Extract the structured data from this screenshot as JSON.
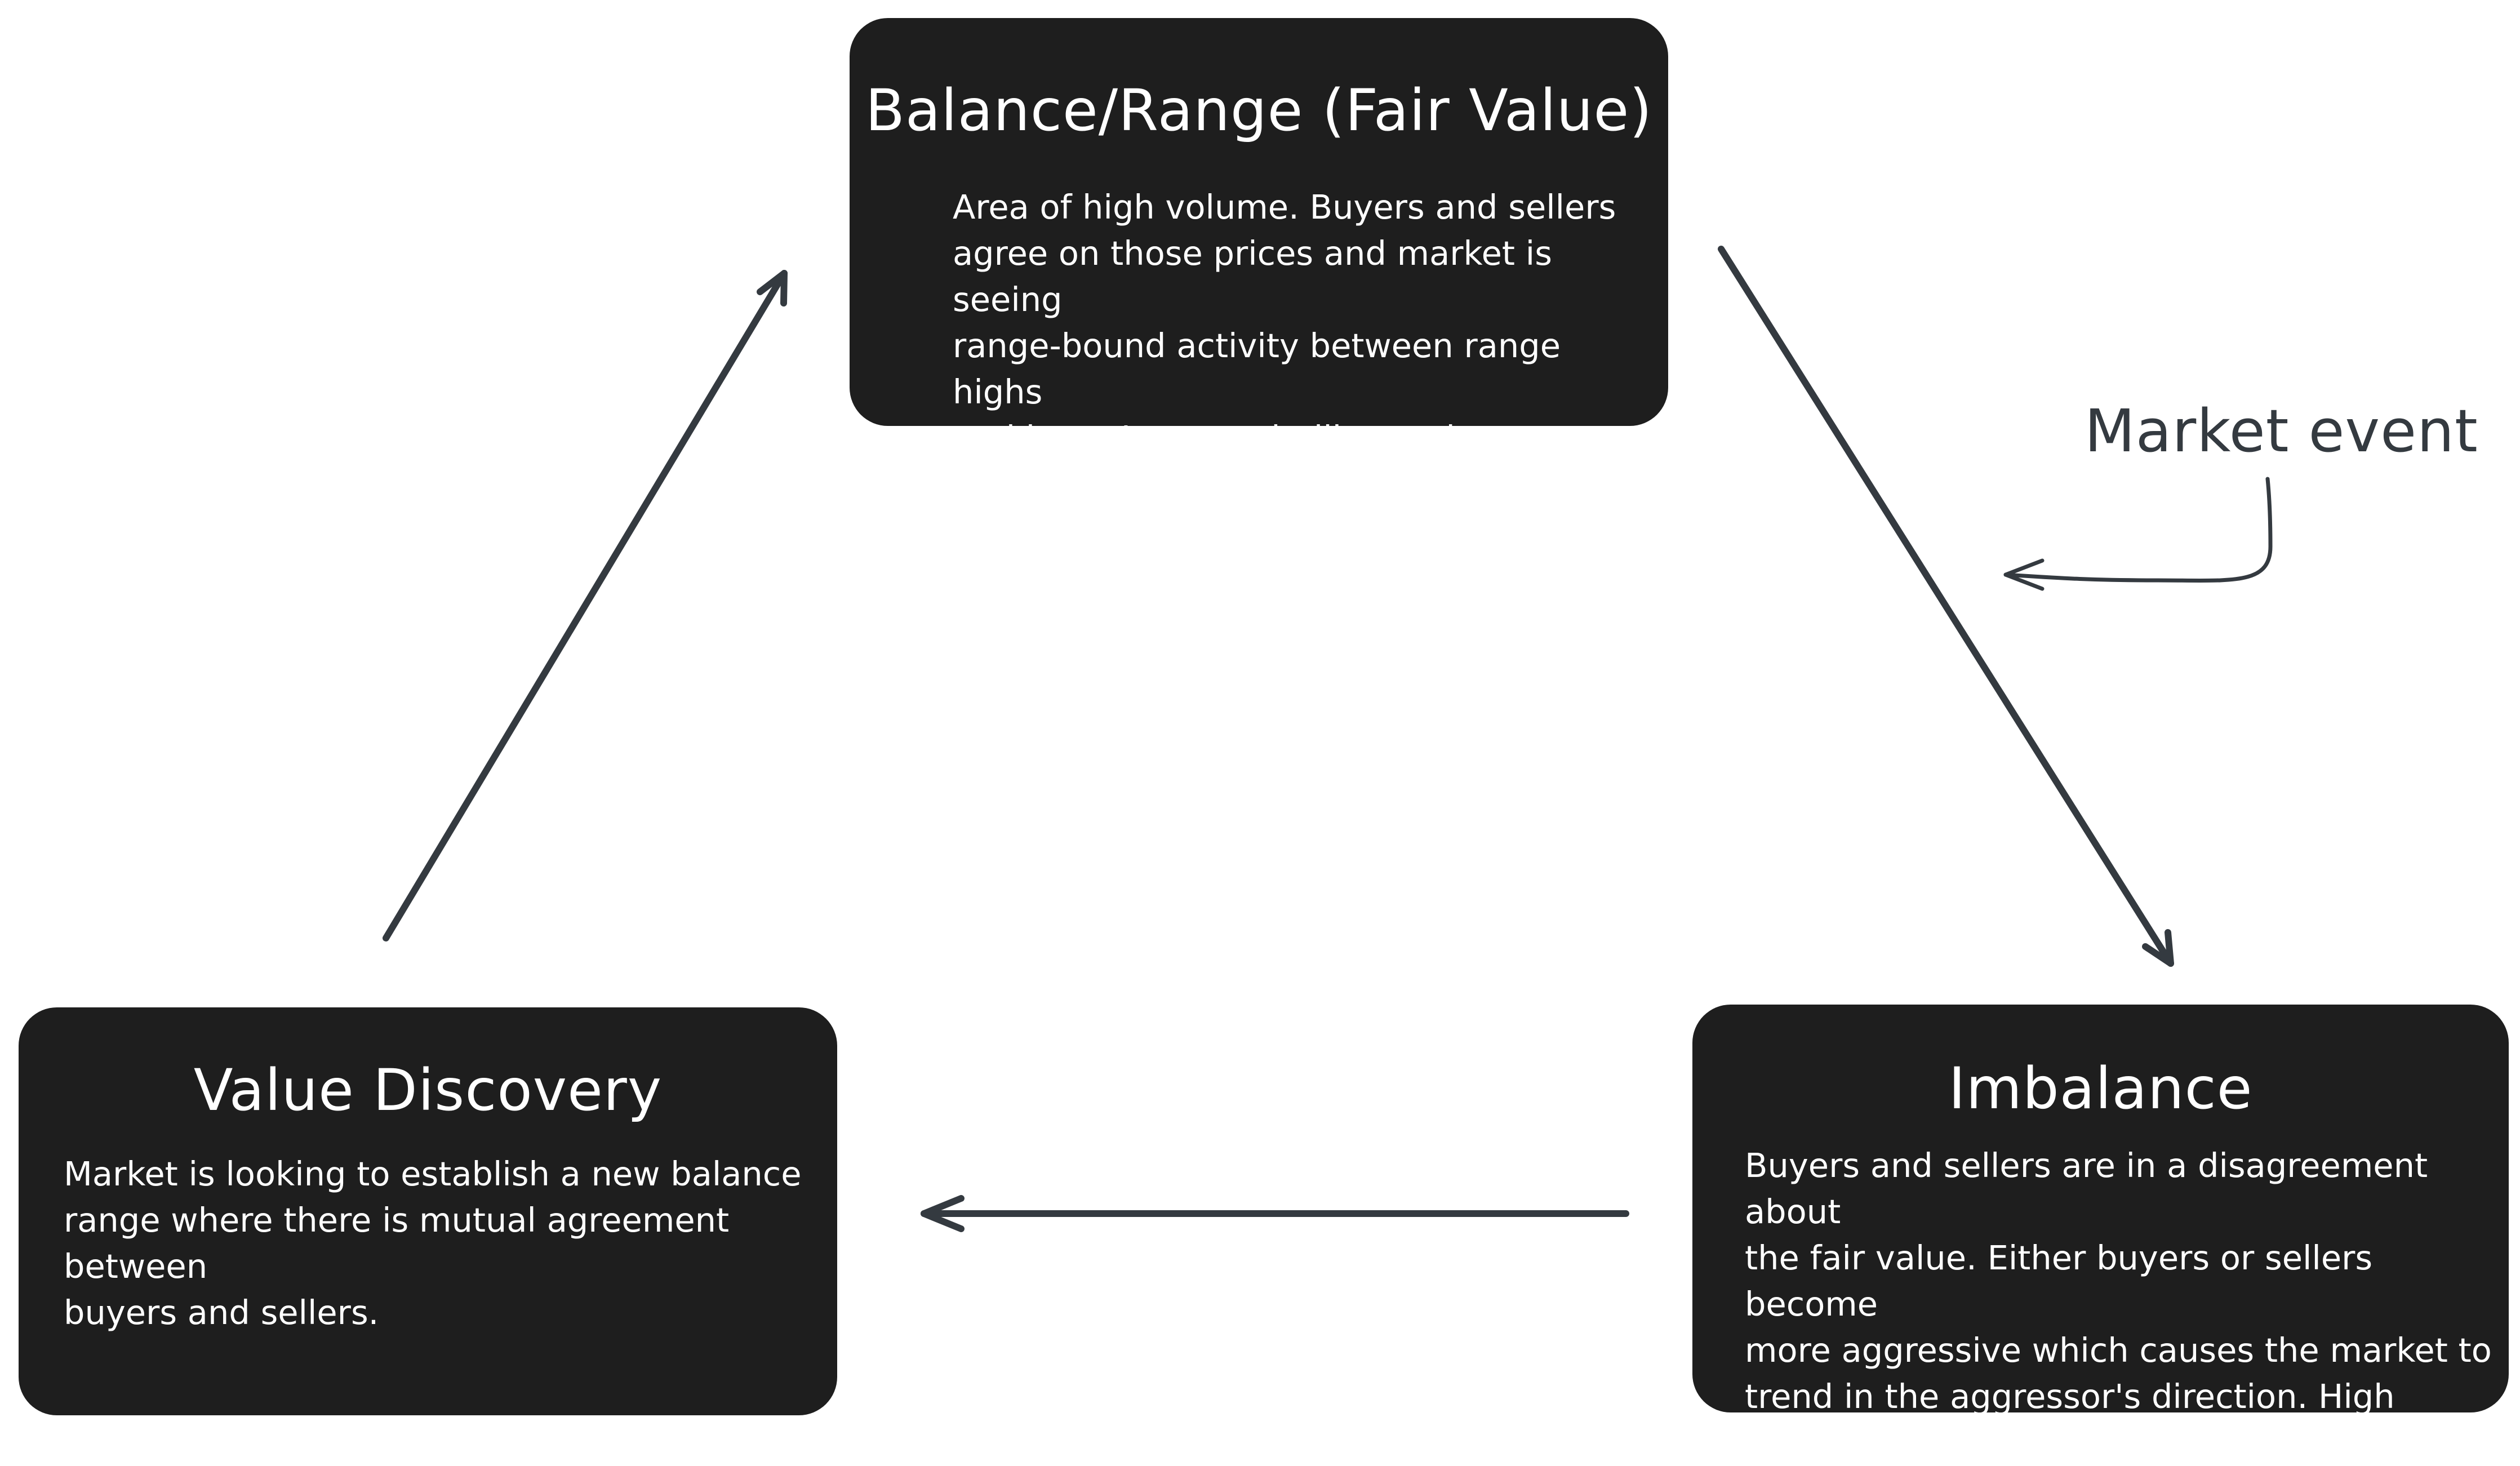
{
  "nodes": {
    "balance": {
      "title": "Balance/Range (Fair Value)",
      "description": "Area of high volume. Buyers and sellers\nagree on those prices and market is seeing\nrange-bound activity between range highs\nand lows. Lower volatility environment."
    },
    "imbalance": {
      "title": "Imbalance",
      "description": "Buyers and sellers are in a disagreement about\nthe fair value. Either buyers or sellers become\nmore aggressive which causes the market to\ntrend in the aggressor's direction. High volatility"
    },
    "discovery": {
      "title": "Value Discovery",
      "description": "Market is looking to establish a new balance\nrange where there is mutual agreement between\nbuyers and sellers."
    }
  },
  "annotation": {
    "label": "Market event"
  },
  "colors": {
    "box_fill": "#1e1e1e",
    "box_text": "#ffffff",
    "arrow": "#343a40",
    "background": "#ffffff"
  }
}
